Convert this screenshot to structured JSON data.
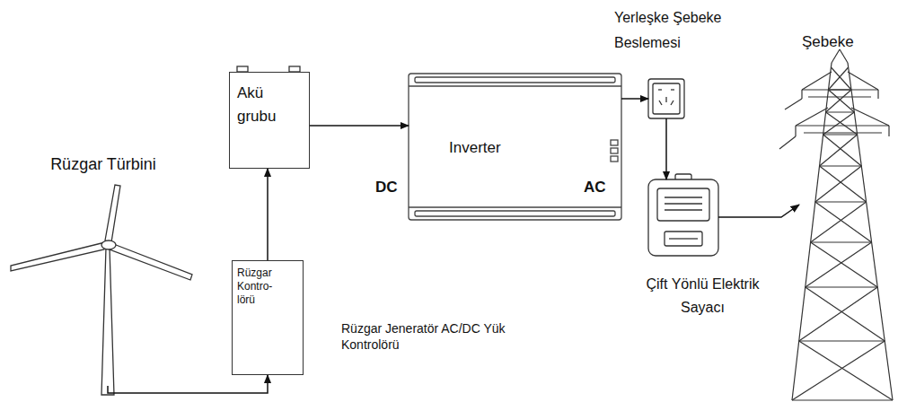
{
  "diagram": {
    "nodes": [
      {
        "text": [
          "Rüzgar Türbini"
        ]
      },
      {
        "text": [
          "Rüzgar Kontro- lörü"
        ]
      },
      {
        "text": [
          "Akü grubu"
        ]
      },
      {
        "text": [
          "Inverter"
        ]
      },
      {
        "text": [
          "Yerleşke Şebeke Beslemesi"
        ]
      },
      {
        "text": [
          "Çift Yönlü Elektrik Sayacı"
        ]
      },
      {
        "text": [
          "Şebeke"
        ]
      }
    ],
    "edges": [
      {
        "from": 0,
        "to": 1,
        "arrow": "to"
      },
      {
        "from": 1,
        "to": 2,
        "arrow": "to"
      },
      {
        "from": 2,
        "to": 3,
        "arrow": "to"
      },
      {
        "from": 3,
        "to": 4,
        "arrow": "to"
      },
      {
        "from": 4,
        "to": 5,
        "arrow": "to"
      },
      {
        "from": 5,
        "to": 6,
        "arrow": "to"
      }
    ],
    "labels": [
      "DC",
      "AC",
      "Rüzgar Jeneratör AC/DC Yük Kontrolörü"
    ]
  }
}
